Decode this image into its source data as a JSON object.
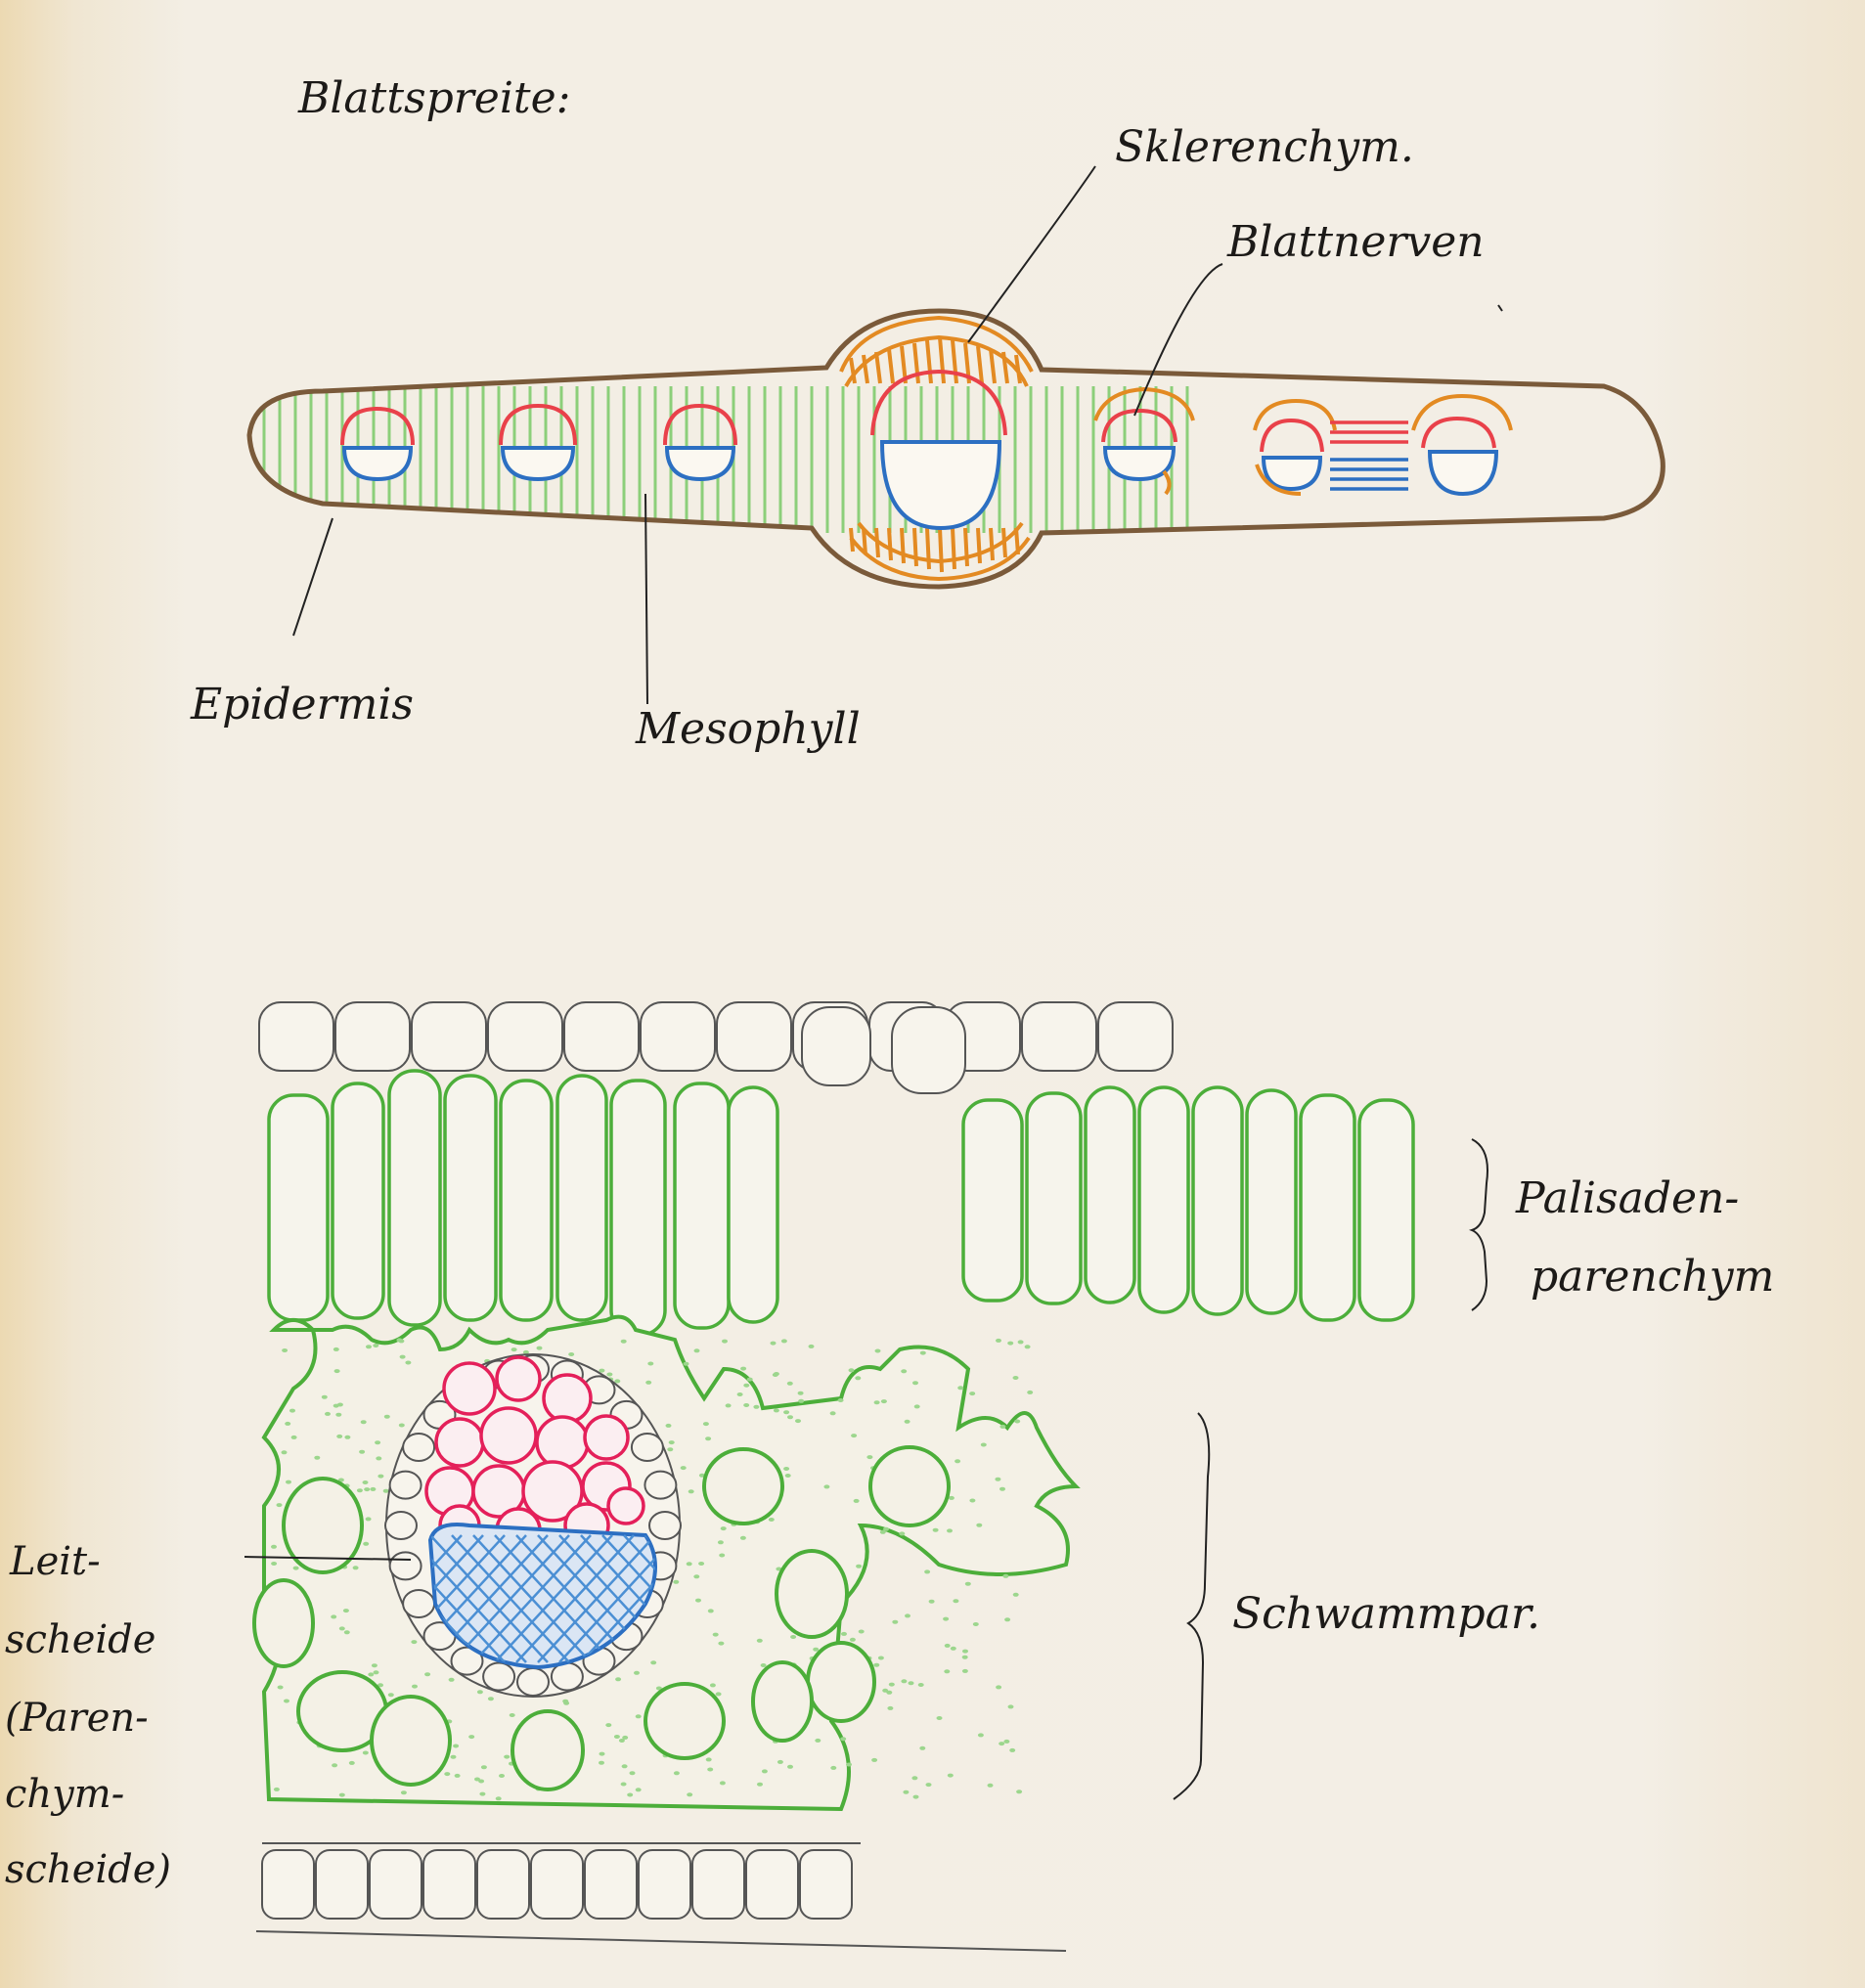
{
  "labels": {
    "title": "Blattspreite:",
    "sklerenchym": "Sklerenchym.",
    "blattnerven": "Blattnerven",
    "epidermis": "Epidermis",
    "mesophyll": "Mesophyll",
    "palisaden_1": "Palisaden-",
    "palisaden_2": "parenchym",
    "schwammpar": "Schwammpar.",
    "leit_1": "Leit-",
    "leit_2": "scheide",
    "leit_3": "(Paren-",
    "leit_4": "chym-",
    "leit_5": "scheide)"
  },
  "colors": {
    "epidermis": "#7a5a3a",
    "mesophyll": "#8ccf7a",
    "sklerenchym": "#e38a22",
    "xylem": "#e9414a",
    "phloem": "#2c6fc2",
    "palisade": "#4cae3a",
    "bundle": "#e4205a"
  }
}
